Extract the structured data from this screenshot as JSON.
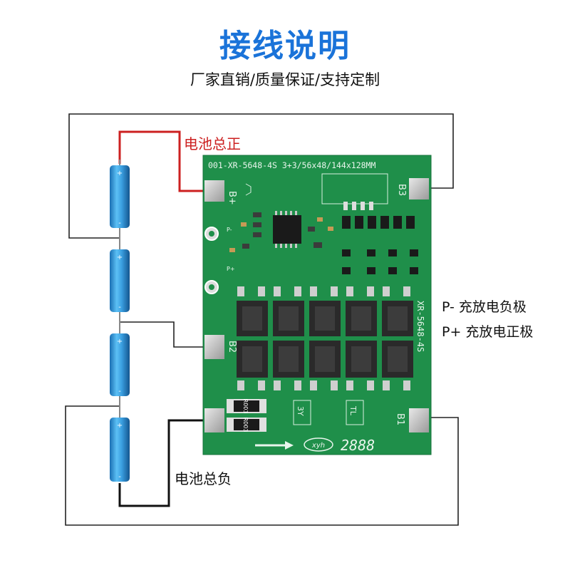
{
  "title": "接线说明",
  "subtitle": "厂家直销/质量保证/支持定制",
  "labels": {
    "battery_positive": "电池总正",
    "battery_negative": "电池总负",
    "p_minus": "P-  充放电负极",
    "p_plus": "P+  充放电正极"
  },
  "board": {
    "top_silk": "001-XR-5648-4S  3+3/56x48/144x128MM",
    "side_silk": "XR-5648-4S",
    "pad_bplus": "B+",
    "pad_b3": "B3",
    "pad_b2": "B2",
    "pad_b1": "B1",
    "pad_p_minus": "P-",
    "pad_p_plus": "P+",
    "logo": "xyh",
    "code": "2888",
    "mark_3y": "3Y",
    "mark_tl": "TL",
    "resistor_label": "R003"
  },
  "colors": {
    "title": "#1a73d9",
    "positive_wire": "#cc2020",
    "negative_wire": "#111111",
    "pcb": "#1f8f4a",
    "battery": "#3a9fe0"
  }
}
